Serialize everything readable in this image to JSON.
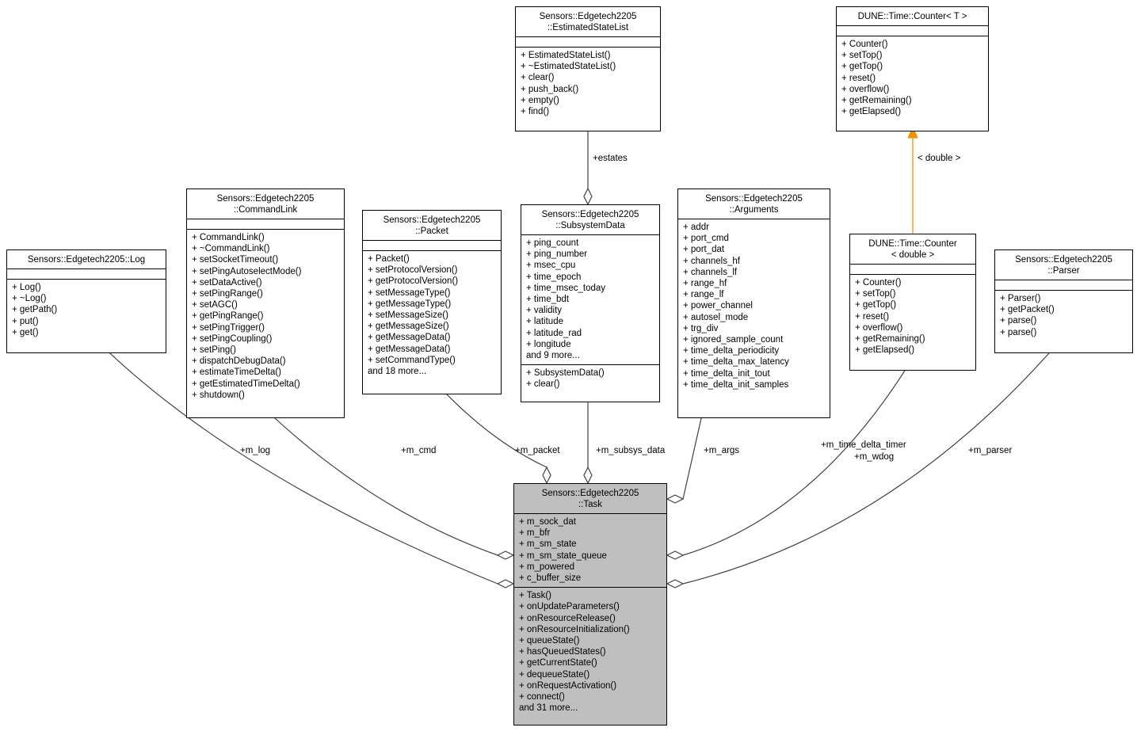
{
  "diagram": {
    "classes": {
      "estimated_state_list": {
        "title": "Sensors::Edgetech2205\n::EstimatedStateList",
        "attributes": [],
        "methods": [
          "+ EstimatedStateList()",
          "+ ~EstimatedStateList()",
          "+ clear()",
          "+ push_back()",
          "+ empty()",
          "+ find()"
        ]
      },
      "counter_t": {
        "title": "DUNE::Time::Counter< T >",
        "attributes": [],
        "methods": [
          "+ Counter()",
          "+ setTop()",
          "+ getTop()",
          "+ reset()",
          "+ overflow()",
          "+ getRemaining()",
          "+ getElapsed()"
        ]
      },
      "log": {
        "title": "Sensors::Edgetech2205::Log",
        "attributes": [],
        "methods": [
          "+ Log()",
          "+ ~Log()",
          "+ getPath()",
          "+ put()",
          "+ get()"
        ]
      },
      "command_link": {
        "title": "Sensors::Edgetech2205\n::CommandLink",
        "attributes": [],
        "methods": [
          "+ CommandLink()",
          "+ ~CommandLink()",
          "+ setSocketTimeout()",
          "+ setPingAutoselectMode()",
          "+ setDataActive()",
          "+ setPingRange()",
          "+ setAGC()",
          "+ getPingRange()",
          "+ setPingTrigger()",
          "+ setPingCoupling()",
          "+ setPing()",
          "+ dispatchDebugData()",
          "+ estimateTimeDelta()",
          "+ getEstimatedTimeDelta()",
          "+ shutdown()"
        ]
      },
      "packet": {
        "title": "Sensors::Edgetech2205\n::Packet",
        "attributes": [],
        "methods": [
          "+ Packet()",
          "+ setProtocolVersion()",
          "+ getProtocolVersion()",
          "+ setMessageType()",
          "+ getMessageType()",
          "+ setMessageSize()",
          "+ getMessageSize()",
          "+ getMessageData()",
          "+ getMessageData()",
          "+ setCommandType()",
          "and 18 more..."
        ]
      },
      "subsystem_data": {
        "title": "Sensors::Edgetech2205\n::SubsystemData",
        "attributes": [
          "+ ping_count",
          "+ ping_number",
          "+ msec_cpu",
          "+ time_epoch",
          "+ time_msec_today",
          "+ time_bdt",
          "+ validity",
          "+ latitude",
          "+ latitude_rad",
          "+ longitude",
          "and 9 more..."
        ],
        "methods": [
          "+ SubsystemData()",
          "+ clear()"
        ]
      },
      "arguments": {
        "title": "Sensors::Edgetech2205\n::Arguments",
        "attributes": [
          "+ addr",
          "+ port_cmd",
          "+ port_dat",
          "+ channels_hf",
          "+ channels_lf",
          "+ range_hf",
          "+ range_lf",
          "+ power_channel",
          "+ autosel_mode",
          "+ trg_div",
          "+ ignored_sample_count",
          "+ time_delta_periodicity",
          "+ time_delta_max_latency",
          "+ time_delta_init_tout",
          "+ time_delta_init_samples"
        ]
      },
      "counter_double": {
        "title": "DUNE::Time::Counter\n< double >",
        "attributes": [],
        "methods": [
          "+ Counter()",
          "+ setTop()",
          "+ getTop()",
          "+ reset()",
          "+ overflow()",
          "+ getRemaining()",
          "+ getElapsed()"
        ]
      },
      "parser": {
        "title": "Sensors::Edgetech2205\n::Parser",
        "attributes": [],
        "methods": [
          "+ Parser()",
          "+ getPacket()",
          "+ parse()",
          "+ parse()"
        ]
      },
      "task": {
        "title": "Sensors::Edgetech2205\n::Task",
        "attributes": [
          "+ m_sock_dat",
          "+ m_bfr",
          "+ m_sm_state",
          "+ m_sm_state_queue",
          "+ m_powered",
          "+ c_buffer_size"
        ],
        "methods": [
          "+ Task()",
          "+ onUpdateParameters()",
          "+ onResourceRelease()",
          "+ onResourceInitialization()",
          "+ queueState()",
          "+ hasQueuedStates()",
          "+ getCurrentState()",
          "+ dequeueState()",
          "+ onRequestActivation()",
          "+ connect()",
          "and 31 more..."
        ]
      }
    },
    "edge_labels": {
      "estates": "+estates",
      "template_instance": "< double >",
      "m_log": "+m_log",
      "m_cmd": "+m_cmd",
      "m_packet": "+m_packet",
      "m_subsys_data": "+m_subsys_data",
      "m_args": "+m_args",
      "m_time_delta_timer": "+m_time_delta_timer",
      "m_wdog": "+m_wdog",
      "m_parser": "+m_parser"
    },
    "colors": {
      "edge": "#404040",
      "template_edge": "#ED9500",
      "task_fill": "#BFBFBF",
      "box_fill": "#FFFFFF",
      "border": "#000000"
    }
  }
}
